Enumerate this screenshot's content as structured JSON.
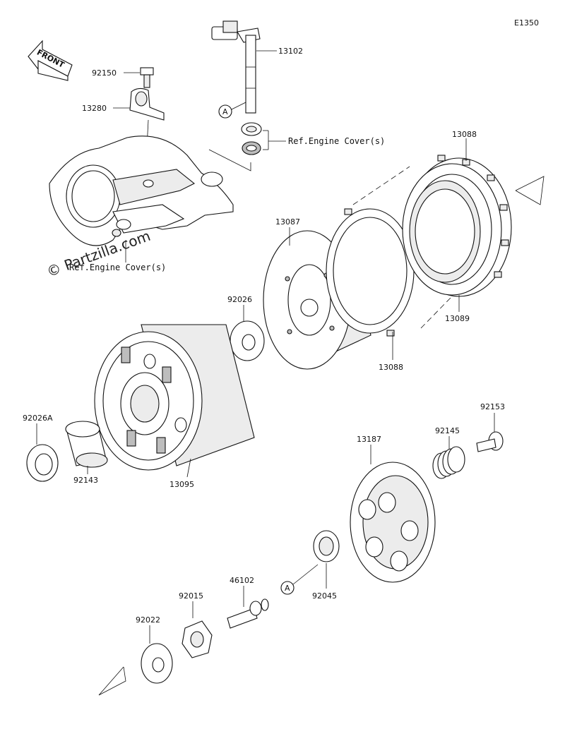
{
  "diagram": {
    "code": "E1350",
    "front_label": "FRONT",
    "watermark": "© Partzilla.com",
    "parts": {
      "p13102": "13102",
      "p92150": "92150",
      "p13280": "13280",
      "p13088a": "13088",
      "p13087": "13087",
      "p92026": "92026",
      "p13089": "13089",
      "p13088b": "13088",
      "p92026A": "92026A",
      "p92143": "92143",
      "p13095": "13095",
      "p92153": "92153",
      "p92145": "92145",
      "p13187": "13187",
      "p46102": "46102",
      "p92015": "92015",
      "p92045": "92045",
      "p92022": "92022"
    },
    "refs": {
      "engine_cover_top": "Ref.Engine Cover(s)",
      "engine_cover_left": "Ref.Engine Cover(s)"
    },
    "markers": {
      "a_top": "A",
      "a_bottom": "A"
    }
  }
}
